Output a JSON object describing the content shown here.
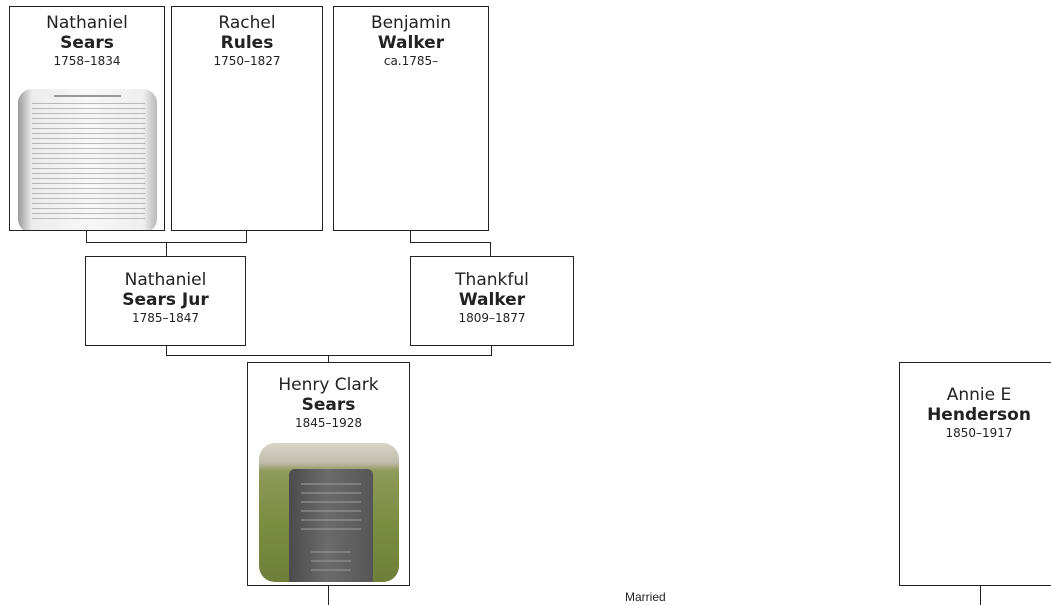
{
  "people": {
    "p1": {
      "given": "Nathaniel",
      "surname": "Sears",
      "dates": "1758–1834"
    },
    "p2": {
      "given": "Rachel",
      "surname": "Rules",
      "dates": "1750–1827"
    },
    "p3": {
      "given": "Benjamin",
      "surname": "Walker",
      "dates": "ca.1785–"
    },
    "p4": {
      "given": "Nathaniel",
      "surname": "Sears Jur",
      "dates": "1785–1847"
    },
    "p5": {
      "given": "Thankful",
      "surname": "Walker",
      "dates": "1809–1877"
    },
    "p6": {
      "given": "Henry Clark",
      "surname": "Sears",
      "dates": "1845–1928"
    },
    "p7": {
      "given": "Annie E",
      "surname": "Henderson",
      "dates": "1850–1917"
    }
  },
  "labels": {
    "married": "Married"
  }
}
